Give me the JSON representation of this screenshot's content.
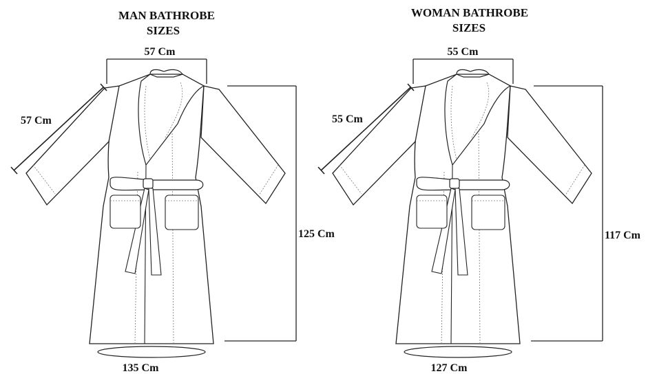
{
  "man": {
    "title_line1": "MAN BATHROBE",
    "title_line2": "SIZES",
    "shoulder_width": "57 Cm",
    "sleeve_length": "57 Cm",
    "length": "125 Cm",
    "hem_circumference": "135 Cm"
  },
  "woman": {
    "title_line1": "WOMAN BATHROBE",
    "title_line2": "SIZES",
    "shoulder_width": "55 Cm",
    "sleeve_length": "55 Cm",
    "length": "117 Cm",
    "hem_circumference": "127 Cm"
  },
  "colors": {
    "line": "#222222",
    "dashed": "#777777",
    "background": "#ffffff"
  }
}
